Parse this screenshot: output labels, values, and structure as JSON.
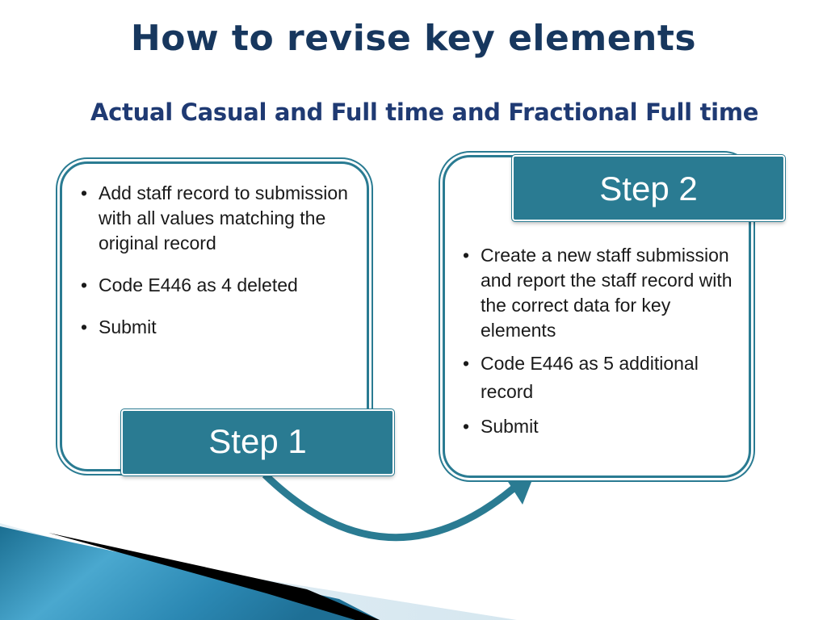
{
  "slide": {
    "title": "How to revise key elements",
    "subtitle": "Actual Casual and Full time and Fractional Full time"
  },
  "step1": {
    "label": "Step 1",
    "bullets": [
      "Add staff  record to submission with all values matching the original record",
      "Code E446 as 4  deleted",
      "Submit"
    ]
  },
  "step2": {
    "label": "Step 2",
    "bullets": [
      "Create a new staff submission and report the staff record with the correct data for key elements",
      "Code E446 as 5 additional record",
      "Submit"
    ]
  },
  "colors": {
    "accent": "#2a7b92",
    "title": "#17375e",
    "subtitle": "#1f3a73"
  }
}
